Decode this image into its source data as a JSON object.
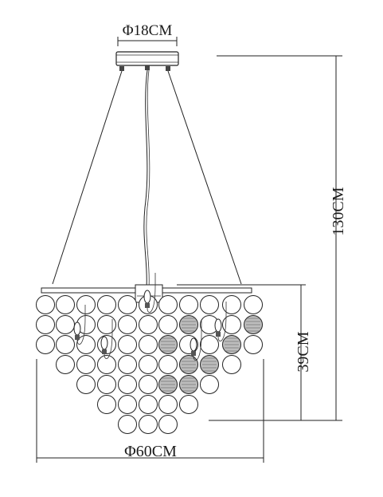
{
  "dimensions": {
    "canopy_diameter": "Φ18CM",
    "total_height": "130CM",
    "body_height": "39CM",
    "body_diameter": "Φ60CM"
  },
  "colors": {
    "line": "#222222",
    "background": "#ffffff"
  }
}
